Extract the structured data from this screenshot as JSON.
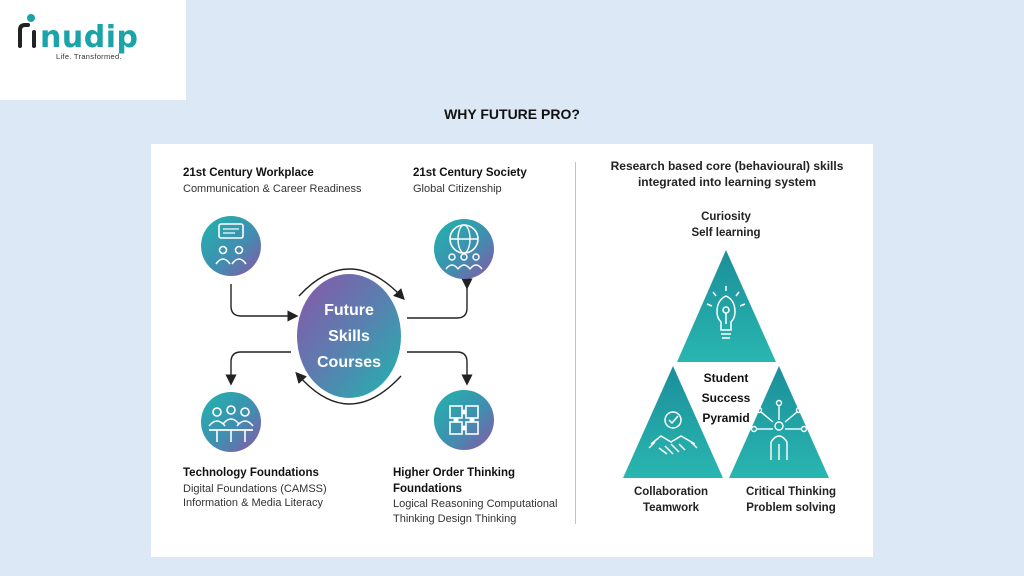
{
  "logo": {
    "word": "nudip",
    "tagline": "Life. Transformed."
  },
  "title": "WHY FUTURE PRO?",
  "left": {
    "hub": [
      "Future",
      "Skills",
      "Courses"
    ],
    "workplace": {
      "title": "21st Century Workplace",
      "sub": "Communication & Career Readiness"
    },
    "society": {
      "title": "21st Century Society",
      "sub": "Global Citizenship"
    },
    "technology": {
      "title": "Technology Foundations",
      "line1": "Digital Foundations (CAMSS)",
      "line2": "Information & Media Literacy"
    },
    "hot": {
      "title": "Higher Order Thinking Foundations",
      "line1": "Logical Reasoning Computational",
      "line2": "Thinking Design Thinking"
    }
  },
  "right": {
    "heading1": "Research based core (behavioural) skills",
    "heading2": "integrated into learning system",
    "top": [
      "Curiosity",
      "Self learning"
    ],
    "center": [
      "Student",
      "Success",
      "Pyramid"
    ],
    "left": [
      "Collaboration",
      "Teamwork"
    ],
    "right": [
      "Critical Thinking",
      "Problem solving"
    ]
  },
  "colors": {
    "teal": "#1fa7a6",
    "purple": "#7d5aa6",
    "background": "#dce8f5"
  },
  "icons": [
    "chat-people-icon",
    "globe-people-icon",
    "meeting-icon",
    "puzzle-icon",
    "lightbulb-icon",
    "handshake-icon",
    "network-person-icon"
  ]
}
